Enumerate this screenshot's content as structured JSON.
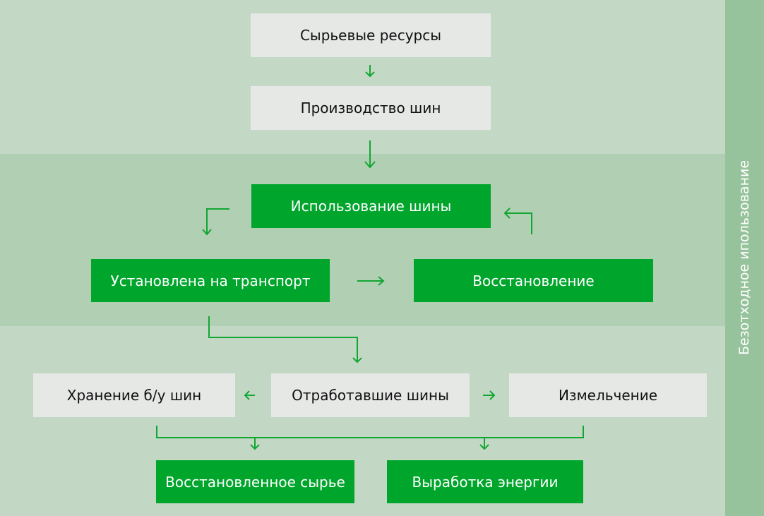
{
  "colors": {
    "accent_green": "#00a52c",
    "connector": "#12a632",
    "light_box": "#e6e8e6",
    "sidebar": "#97c39c"
  },
  "sidebar": {
    "label": "Безотходное ипользование"
  },
  "nodes": {
    "raw_resources": "Сырьевые ресурсы",
    "tire_production": "Производство шин",
    "tire_usage": "Использование шины",
    "installed_on_transport": "Установлена на транспорт",
    "restoration": "Восстановление",
    "used_tire_storage": "Хранение б/у шин",
    "worn_tires": "Отработавшие шины",
    "shredding": "Измельчение",
    "recovered_raw_material": "Восстановленное сырье",
    "energy_generation": "Выработка энергии"
  },
  "connectors": [
    {
      "from": "raw_resources",
      "to": "tire_production"
    },
    {
      "from": "tire_production",
      "to": "tire_usage"
    },
    {
      "from": "tire_usage",
      "to": "installed_on_transport"
    },
    {
      "from": "installed_on_transport",
      "to": "restoration"
    },
    {
      "from": "restoration",
      "to": "tire_usage"
    },
    {
      "from": "installed_on_transport",
      "to": "worn_tires"
    },
    {
      "from": "worn_tires",
      "to": "used_tire_storage"
    },
    {
      "from": "worn_tires",
      "to": "shredding"
    },
    {
      "from": "used_tire_storage",
      "to": "recovered_raw_material"
    },
    {
      "from": "shredding",
      "to": "energy_generation"
    }
  ]
}
